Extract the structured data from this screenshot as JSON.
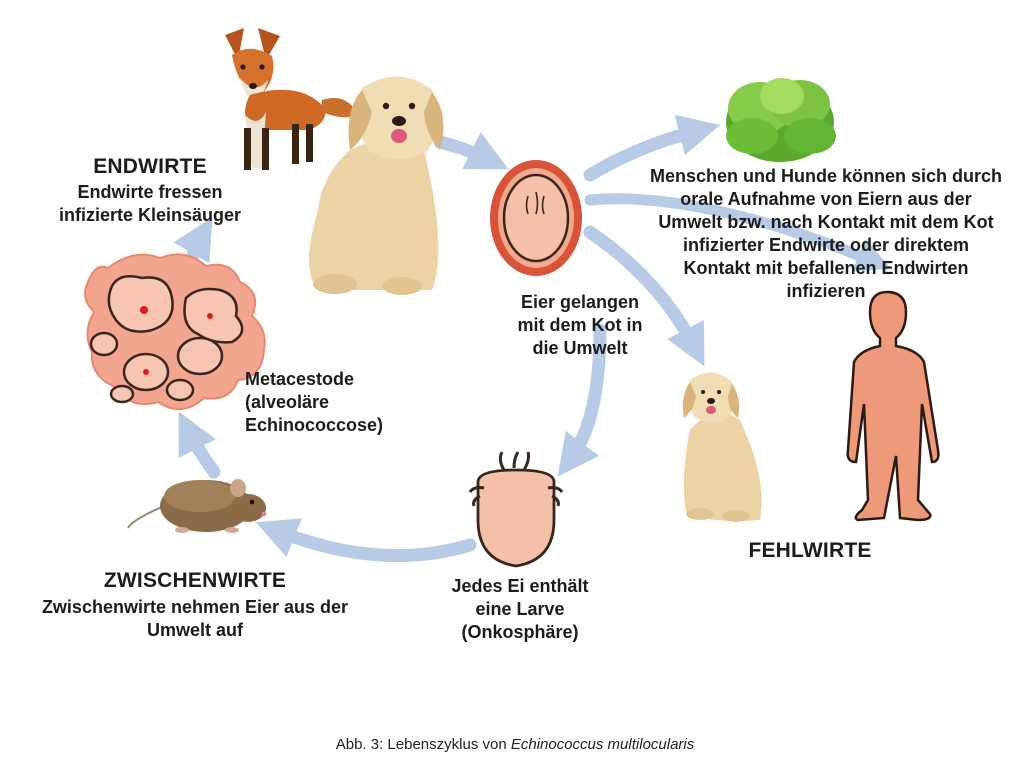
{
  "colors": {
    "arrow": "#b7cbe6",
    "egg_fill": "#f1b196",
    "egg_rim": "#d7543a",
    "metacestode": "#f3a68f",
    "outline": "#3a2620",
    "human": "#ee9a7a",
    "salad": "#6cbe3a"
  },
  "nodes": {
    "endwirte": {
      "title": "ENDWIRTE",
      "lines": [
        "Endwirte fressen",
        "infizierte Kleinsäuger"
      ],
      "images": [
        "fox",
        "golden-retriever"
      ]
    },
    "eggs_out": {
      "lines": [
        "Eier gelangen",
        "mit dem Kot  in",
        "die Umwelt"
      ]
    },
    "infection": {
      "lines": [
        "Menschen und Hunde können sich durch",
        "orale Aufnahme von Eiern aus der",
        "Umwelt bzw. nach Kontakt mit dem Kot",
        "infizierter Endwirte oder direktem",
        "Kontakt mit befallenen Endwirten",
        "infizieren"
      ],
      "images": [
        "lettuce"
      ]
    },
    "fehlwirte": {
      "title": "FEHLWIRTE",
      "images": [
        "dog-sitting",
        "human-silhouette"
      ]
    },
    "larva": {
      "lines": [
        "Jedes Ei enthält",
        "eine Larve",
        "(Onkosphäre)"
      ]
    },
    "zwischenwirte": {
      "title": "ZWISCHENWIRTE",
      "lines": [
        "Zwischenwirte nehmen Eier aus der",
        "Umwelt auf"
      ],
      "images": [
        "mouse"
      ]
    },
    "metacestode": {
      "lines": [
        "Metacestode",
        "(alveoläre",
        "Echinococcose)"
      ]
    }
  },
  "caption": {
    "prefix": "Abb. 3: Lebenszyklus von ",
    "species": "Echinococcus multilocularis"
  }
}
